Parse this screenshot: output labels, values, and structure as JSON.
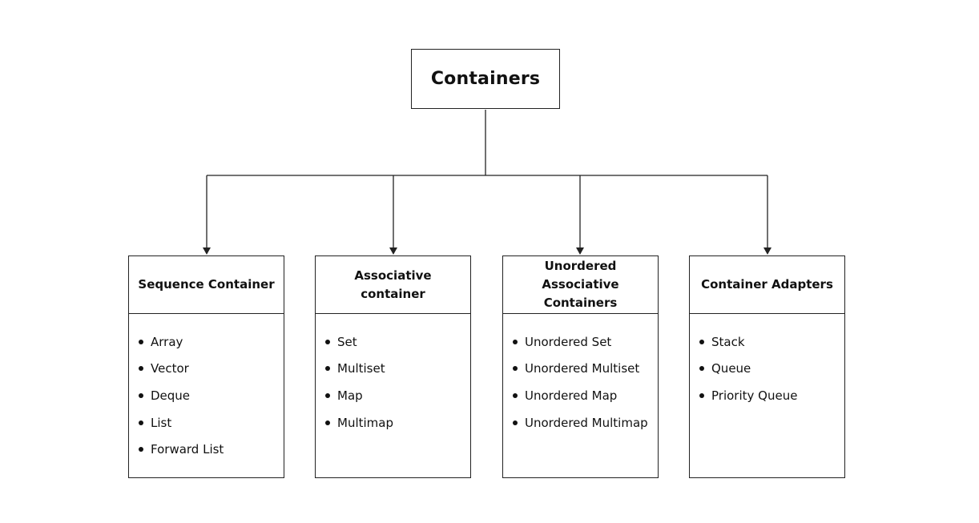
{
  "root": {
    "title": "Containers"
  },
  "categories": [
    {
      "title": "Sequence Container",
      "items": [
        "Array",
        "Vector",
        "Deque",
        "List",
        "Forward List"
      ]
    },
    {
      "title": "Associative container",
      "items": [
        "Set",
        "Multiset",
        "Map",
        "Multimap"
      ]
    },
    {
      "title": "Unordered Associative Containers",
      "items": [
        "Unordered Set",
        "Unordered Multiset",
        "Unordered Map",
        "Unordered Multimap"
      ]
    },
    {
      "title": "Container Adapters",
      "items": [
        "Stack",
        "Queue",
        "Priority Queue"
      ]
    }
  ],
  "colors": {
    "line": "#222222",
    "text": "#111111",
    "background": "#ffffff"
  }
}
